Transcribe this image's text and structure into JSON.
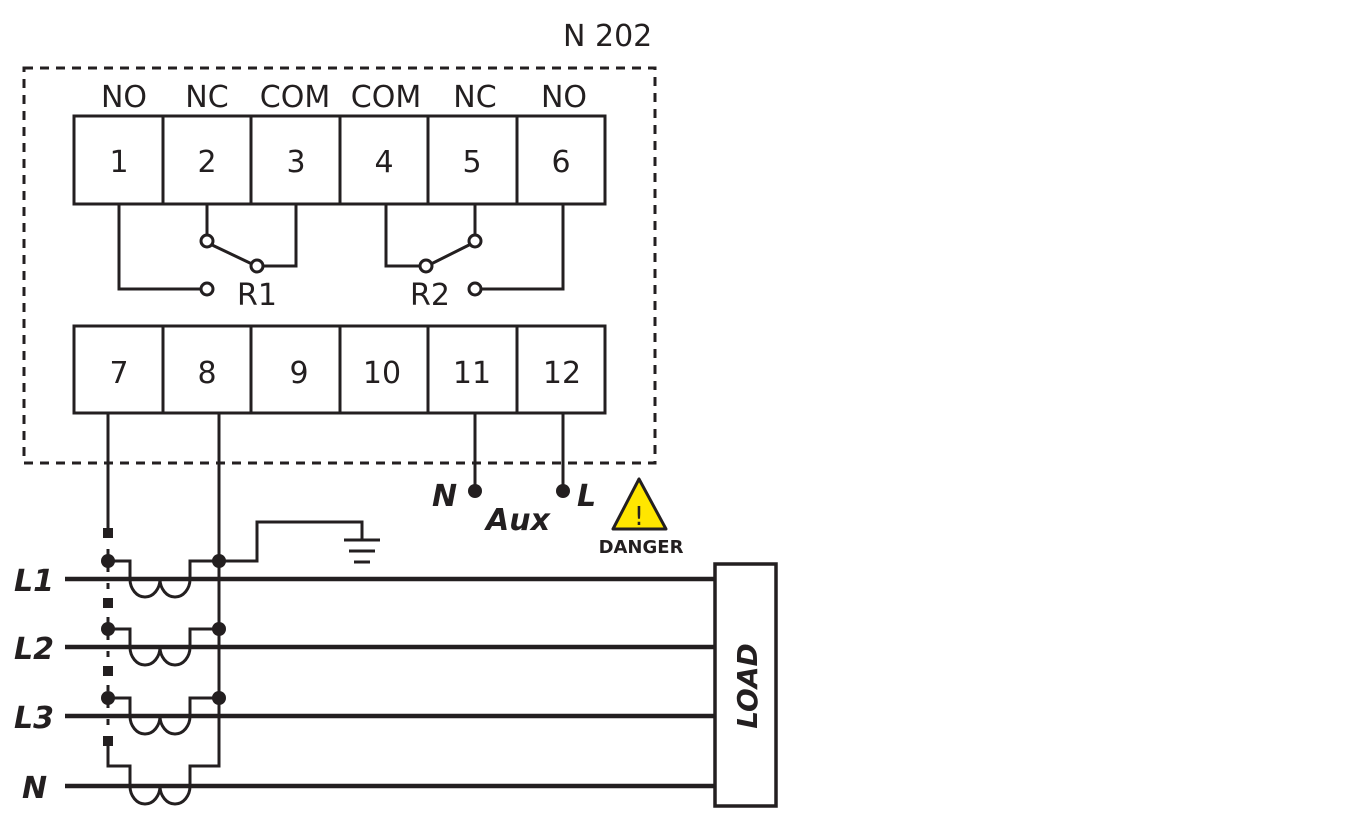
{
  "module": {
    "title": "N 202"
  },
  "relay_terminals": {
    "headers": [
      "NO",
      "NC",
      "COM",
      "COM",
      "NC",
      "NO"
    ],
    "numbers": [
      "1",
      "2",
      "3",
      "4",
      "5",
      "6"
    ]
  },
  "bottom_terminals": {
    "numbers": [
      "7",
      "8",
      "9",
      "10",
      "11",
      "12"
    ]
  },
  "relays": {
    "r1": "R1",
    "r2": "R2"
  },
  "aux": {
    "n": "N",
    "label": "Aux",
    "l": "L"
  },
  "danger": {
    "label": "DANGER",
    "symbol": "!",
    "color": "#ffe600"
  },
  "lines": [
    "L1",
    "L2",
    "L3",
    "N"
  ],
  "load": {
    "label": "LOAD"
  }
}
